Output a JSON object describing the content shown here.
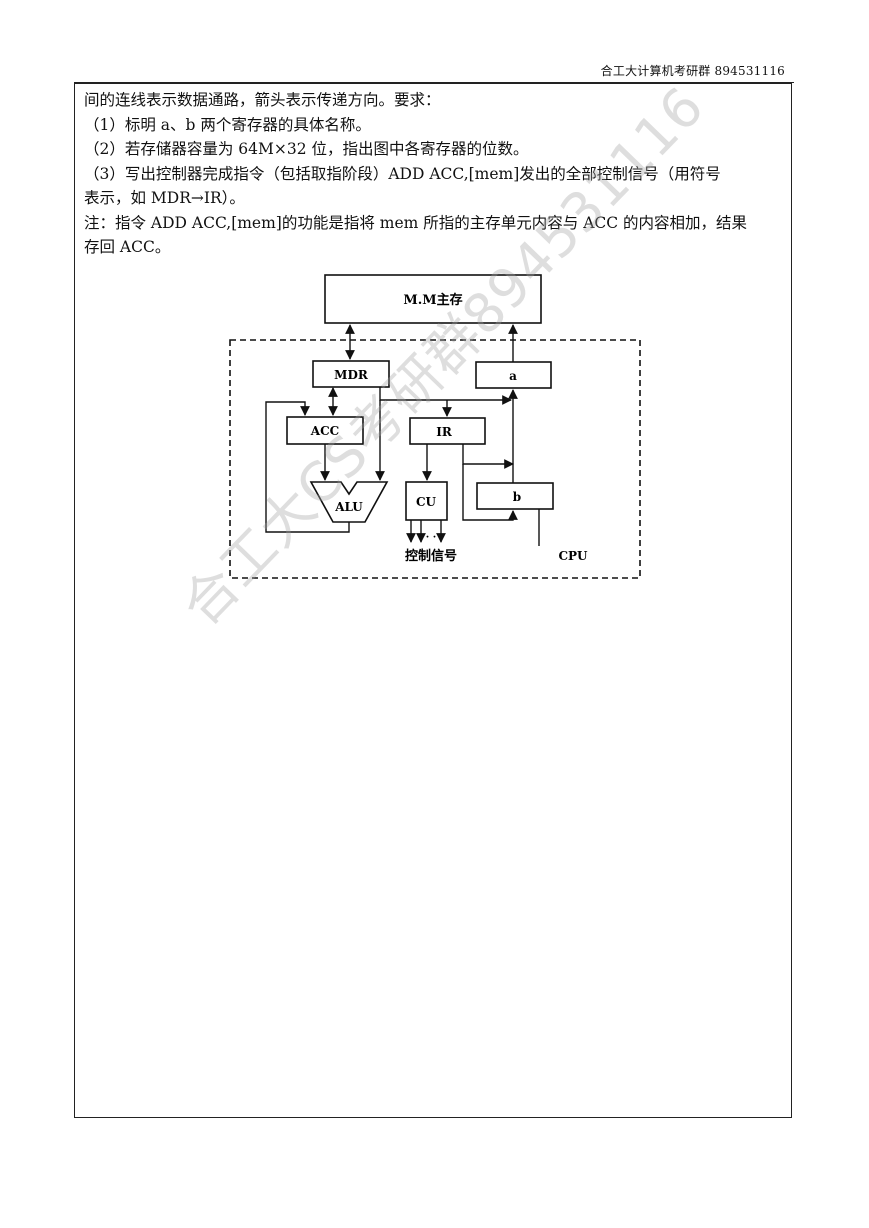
{
  "header": {
    "text": "合工大计算机考研群 894531116"
  },
  "question": {
    "lines": [
      "间的连线表示数据通路，箭头表示传递方向。要求：",
      "（1）标明 a、b 两个寄存器的具体名称。",
      "（2）若存储器容量为 64M×32 位，指出图中各寄存器的位数。",
      "（3）写出控制器完成指令（包括取指阶段）ADD ACC,[mem]发出的全部控制信号（用符号",
      "表示，如 MDR→IR）。",
      "注：指令 ADD ACC,[mem]的功能是指将 mem 所指的主存单元内容与 ACC 的内容相加，结果",
      "存回 ACC。"
    ]
  },
  "diagram": {
    "mm_label": "M.M主存",
    "mdr_label": "MDR",
    "a_label": "a",
    "acc_label": "ACC",
    "ir_label": "IR",
    "alu_label": "ALU",
    "cu_label": "CU",
    "b_label": "b",
    "control_signals_label": "控制信号",
    "cpu_label": "CPU",
    "dots": "· ·"
  },
  "watermark": {
    "text": "合工大CS考研群894531116"
  }
}
